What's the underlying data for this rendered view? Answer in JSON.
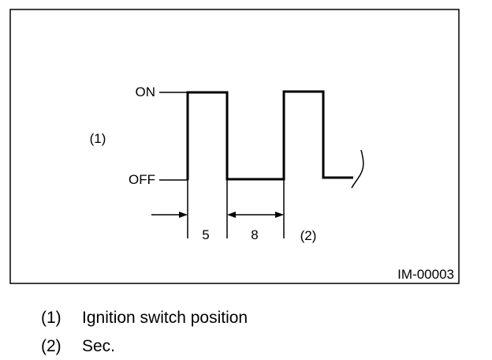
{
  "diagram": {
    "levels": {
      "on": "ON",
      "off": "OFF"
    },
    "y_label": "(1)",
    "intervals": [
      "5",
      "8"
    ],
    "x_label": "(2)",
    "figure_id": "IM-00003"
  },
  "legend": [
    {
      "num": "(1)",
      "text": "Ignition switch position"
    },
    {
      "num": "(2)",
      "text": "Sec."
    }
  ]
}
